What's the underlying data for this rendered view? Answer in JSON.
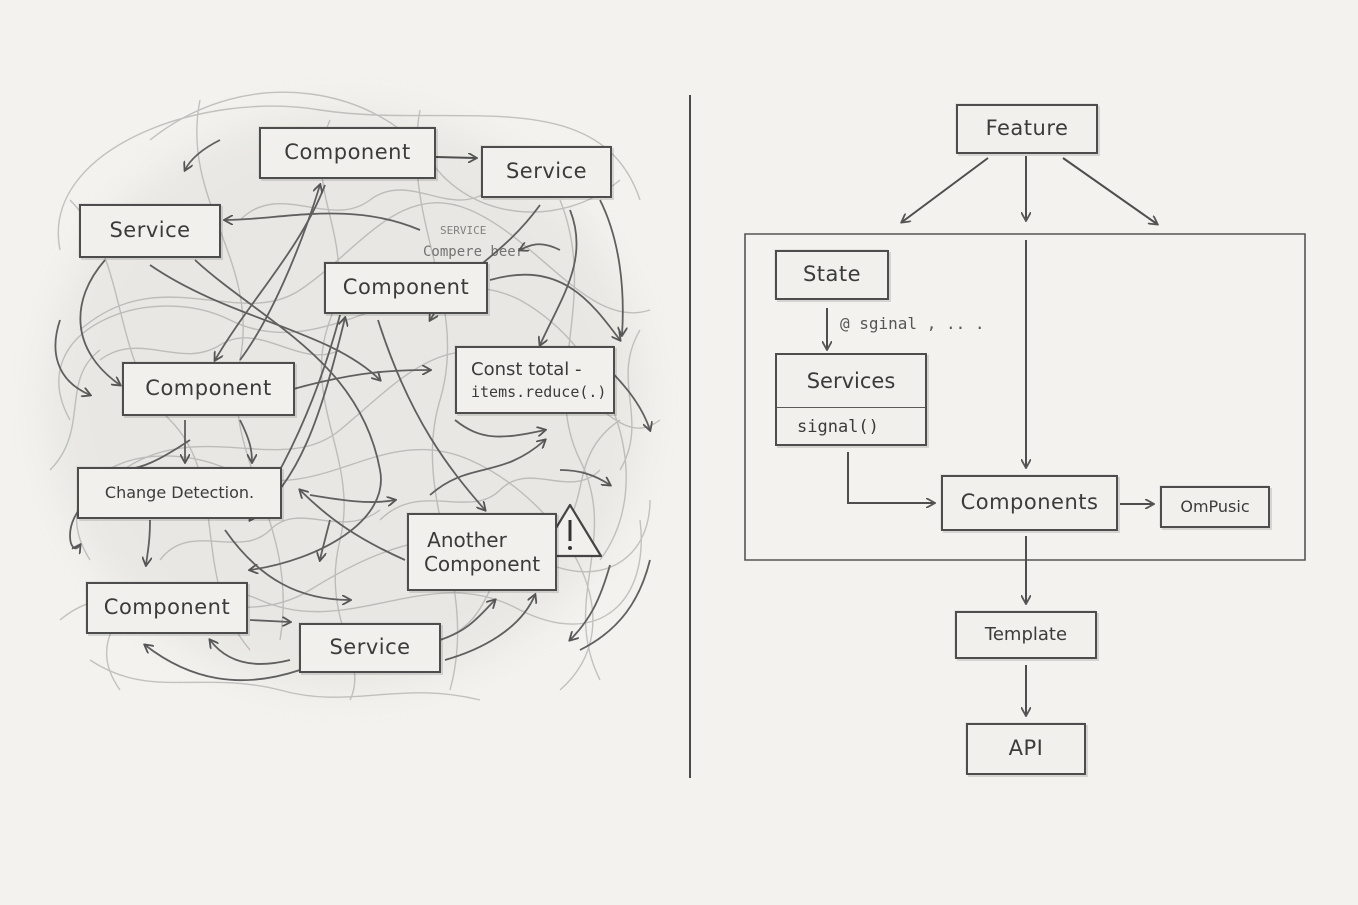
{
  "left_panel": {
    "component_top": "Component",
    "service_top_right": "Service",
    "service_left": "Service",
    "component_center": "Component",
    "scribble_line_1": "SERVICE",
    "scribble_line_2": "Compere beer",
    "component_mid_left": "Component",
    "const_line_1": "Const total -",
    "const_line_2": "items.reduce(.)",
    "change_detection": "Change Detection.",
    "another_line_1": "Another",
    "another_line_2": "Component",
    "warning_icon": "warning-triangle-icon",
    "component_bottom_left": "Component",
    "service_bottom": "Service"
  },
  "right_panel": {
    "feature": "Feature",
    "state": "State",
    "signal_note": "@ sginal , .. .",
    "services": "Services",
    "services_signal": "signal()",
    "components": "Components",
    "ompusic": "OmPusic",
    "template": "Template",
    "api": "API"
  }
}
